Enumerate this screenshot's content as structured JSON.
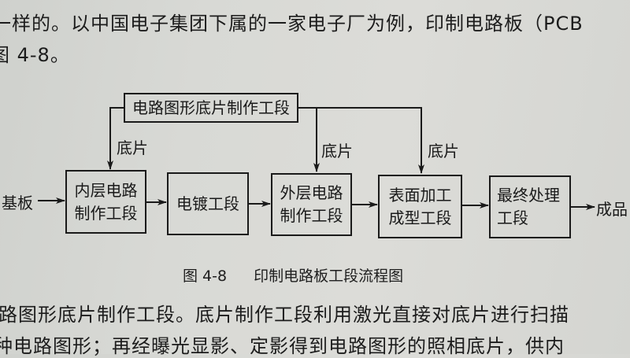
{
  "text_above": {
    "line1": "一样的。以中国电子集团下属的一家电子厂为例，印制电路板（PCB",
    "line2": "图 4-8。"
  },
  "figure": {
    "top_box": "电路图形底片制作工段",
    "input_label": "基板",
    "output_label": "成品",
    "film_labels": [
      "底片",
      "底片",
      "底片"
    ],
    "boxes": [
      {
        "line1": "内层电路",
        "line2": "制作工段"
      },
      {
        "line1": "电镀工段",
        "line2": ""
      },
      {
        "line1": "外层电路",
        "line2": "制作工段"
      },
      {
        "line1": "表面加工",
        "line2": "成型工段"
      },
      {
        "line1": "最终处理",
        "line2": "工段"
      }
    ],
    "caption_number": "图 4-8",
    "caption_title": "印制电路板工段流程图"
  },
  "text_below": {
    "line1": "路图形底片制作工段。底片制作工段利用激光直接对底片进行扫描",
    "line2": "种电路图形；再经曝光显影、定影得到电路图形的照相底片，供内"
  }
}
